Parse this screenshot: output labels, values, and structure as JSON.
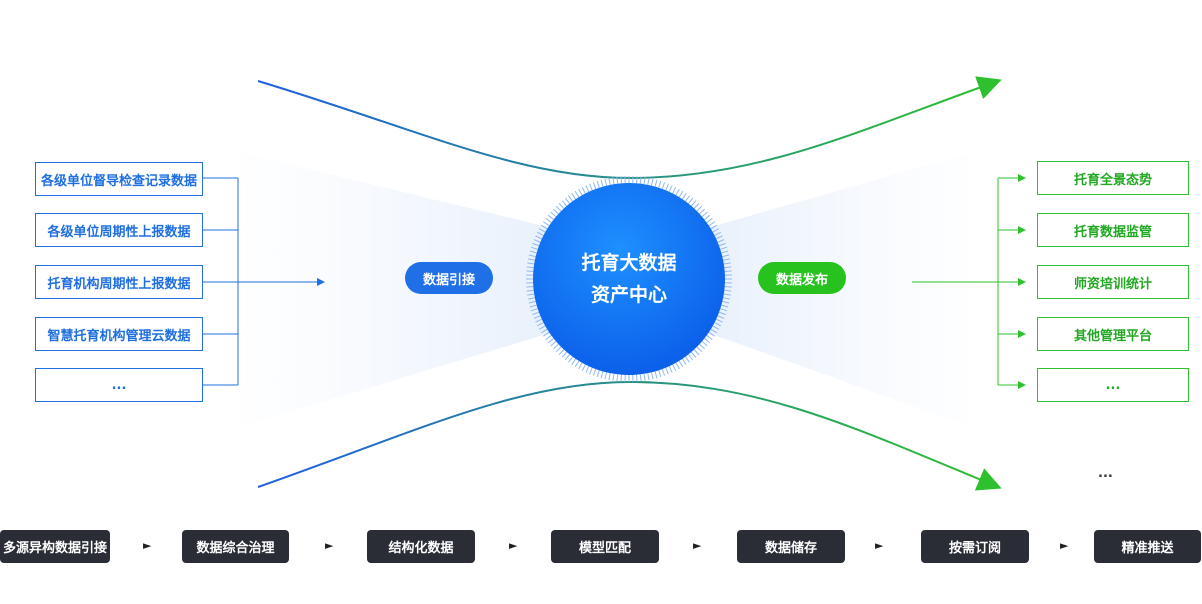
{
  "sources": [
    "各级单位督导检查记录数据",
    "各级单位周期性上报数据",
    "托育机构周期性上报数据",
    "智慧托育机构管理云数据",
    "..."
  ],
  "outputs": [
    "托育全景态势",
    "托育数据监管",
    "师资培训统计",
    "其他管理平台",
    "..."
  ],
  "hub": {
    "line1": "托育大数据",
    "line2": "资产中心"
  },
  "ingest_label": "数据引接",
  "publish_label": "数据发布",
  "right_ellipsis": "...",
  "pipeline": [
    "多源异构数据引接",
    "数据综合治理",
    "结构化数据",
    "模型匹配",
    "数据储存",
    "按需订阅",
    "精准推送"
  ],
  "pipeline_arrow": "►",
  "colors": {
    "blue": "#1f6fe0",
    "green": "#2ec02e",
    "step_bg": "#2a2d36"
  }
}
